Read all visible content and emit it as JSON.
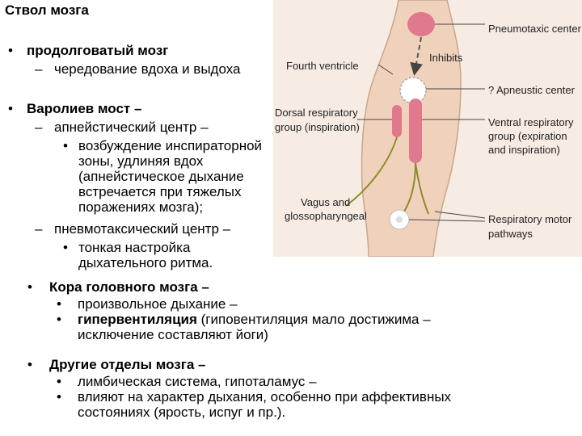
{
  "slide": {
    "title": "Ствол мозга",
    "medulla": {
      "bullet": "•",
      "heading": "продолговатый мозг",
      "dash": "–",
      "item": "чередование вдоха и выдоха"
    },
    "pons": {
      "bullet": "•",
      "heading": "Варолиев мост –",
      "apneustic": {
        "dash": "–",
        "label": "апнейстический центр –",
        "bullet": "•",
        "lines": [
          "возбуждение инспираторной",
          "зоны, удлиняя вдох",
          "(апнейстическое дыхание",
          "встречается при тяжелых",
          "поражениях мозга);"
        ]
      },
      "pneumotaxic": {
        "dash": "–",
        "label": "пневмотаксический центр –",
        "bullet": "•",
        "lines": [
          "тонкая настройка",
          "дыхательного ритма."
        ]
      }
    },
    "cortex": {
      "bullet": "•",
      "heading": "Кора головного мозга –",
      "items": [
        {
          "bullet": "•",
          "text": "произвольное дыхание –"
        },
        {
          "bullet": "•",
          "bold": "гипервентиляция",
          "text": " (гиповентиляция мало достижима –",
          "cont": "исключение составляют йоги)"
        }
      ]
    },
    "other": {
      "bullet": "•",
      "heading": "Другие отделы мозга –",
      "items": [
        {
          "bullet": "•",
          "text": "лимбическая система, гипоталамус –"
        },
        {
          "bullet": "•",
          "text": "влияют на характер дыхания, особенно при аффективных",
          "cont": "состояниях (ярость, испуг и пр.)."
        }
      ]
    }
  },
  "figure": {
    "labels": {
      "pneumotaxic": "Pneumotaxic center",
      "inhibits": "Inhibits",
      "fourth_ventricle": "Fourth ventricle",
      "apneustic": "? Apneustic center",
      "dorsal_1": "Dorsal respiratory",
      "dorsal_2": "group (inspiration)",
      "ventral_1": "Ventral respiratory",
      "ventral_2": "group (expiration",
      "ventral_3": "and inspiration)",
      "vagus_1": "Vagus and",
      "vagus_2": "glossopharyngeal",
      "motor_1": "Respiratory motor",
      "motor_2": "pathways"
    },
    "colors": {
      "background": "#f6ece3",
      "brainstem": "#f0d2bc",
      "outline": "#c9a58c",
      "center": "#e0788e",
      "nerve": "#8c8c2a",
      "arrow": "#444444"
    }
  }
}
